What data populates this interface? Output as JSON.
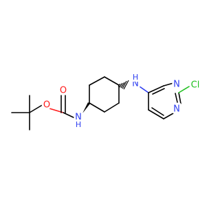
{
  "molecule": {
    "atoms": [
      {
        "id": "nh_left_label",
        "text": "N",
        "sub": "H",
        "color": "#2f3ff0"
      },
      {
        "id": "nh_right_label",
        "text": "N",
        "sub": "H",
        "color": "#2f3ff0"
      },
      {
        "id": "o_ester_label",
        "text": "O",
        "color": "#ff1a1a"
      },
      {
        "id": "o_carbonyl_label",
        "text": "O",
        "color": "#ff1a1a"
      },
      {
        "id": "n_ring_top_label",
        "text": "N",
        "color": "#2f3ff0"
      },
      {
        "id": "n_ring_bottom_label",
        "text": "N",
        "color": "#2f3ff0"
      },
      {
        "id": "cl_label",
        "text": "Cl",
        "color": "#1fbf1f"
      }
    ],
    "colors": {
      "bond": "#000000",
      "nitrogen": "#2f3ff0",
      "oxygen": "#ff1a1a",
      "chlorine": "#1fbf1f"
    }
  }
}
